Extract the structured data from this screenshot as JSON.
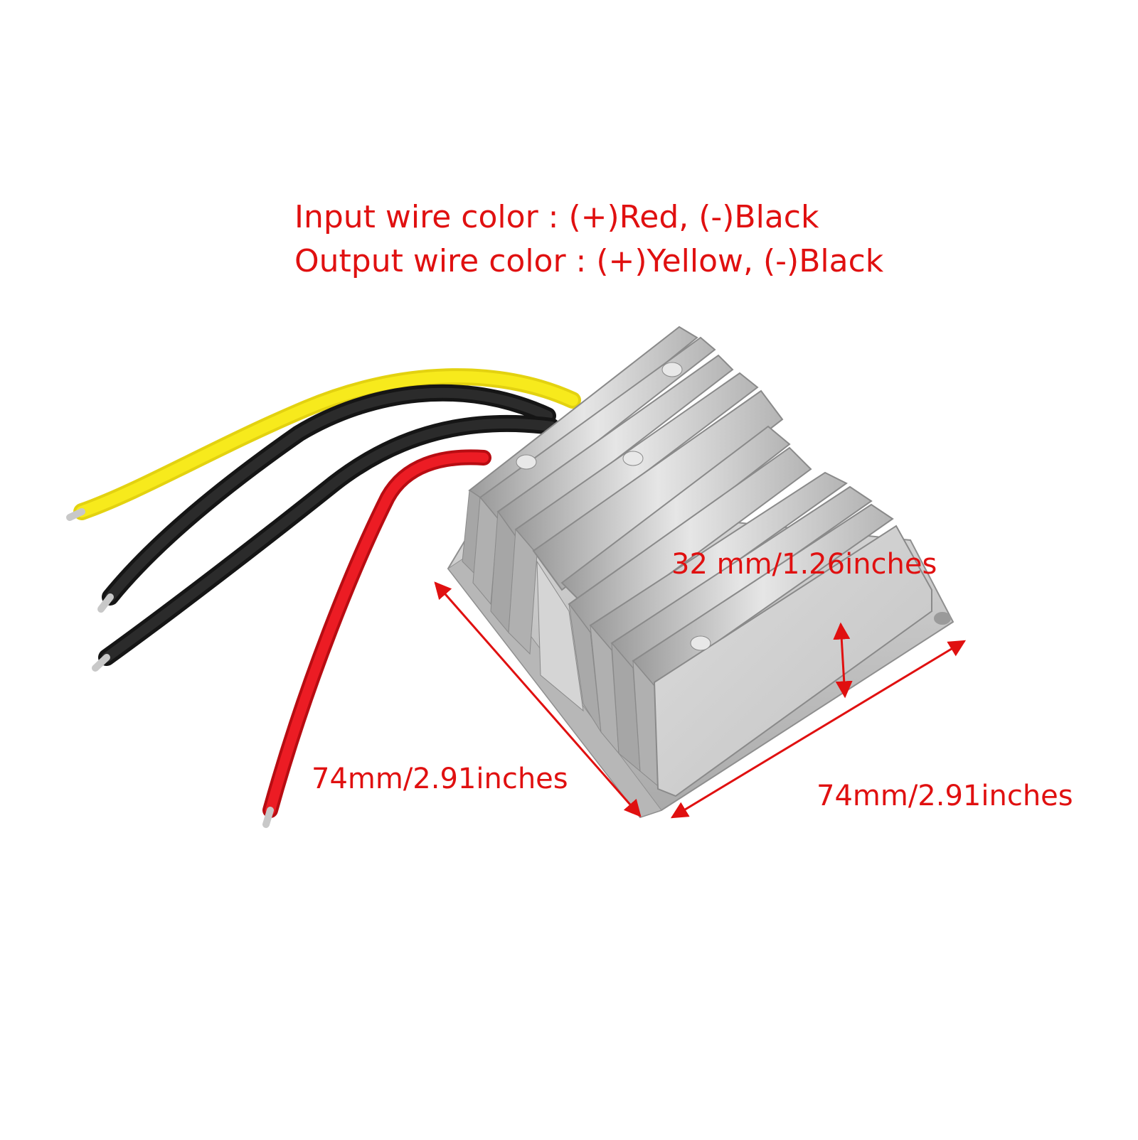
{
  "colors": {
    "annotation": "#e01010",
    "wire_positive_input": "#e8141e",
    "wire_negative": "#1d1d1d",
    "wire_positive_output": "#f2e40a",
    "housing": "#c9c9c9"
  },
  "specs": {
    "input_line": "Input wire color : (+)Red, (-)Black",
    "output_line": "Output wire color : (+)Yellow, (-)Black"
  },
  "dimensions": {
    "height_label": "32 mm/1.26inches",
    "depth_label": "74mm/2.91inches",
    "width_label": "74mm/2.91inches"
  }
}
